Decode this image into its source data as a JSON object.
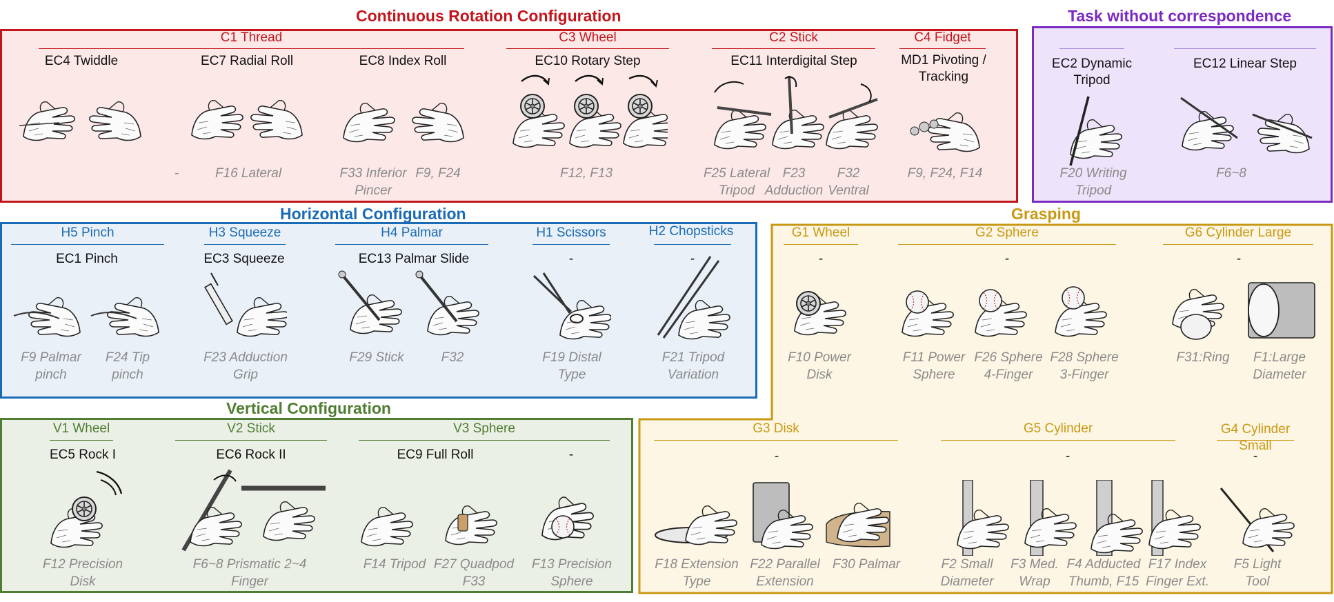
{
  "sections": {
    "continuous": "Continuous Rotation Configuration",
    "task": "Task without correspondence",
    "horizontal": "Horizontal Configuration",
    "grasping": "Grasping",
    "vertical": "Vertical Configuration"
  },
  "continuous": {
    "groups": {
      "c1": "C1 Thread",
      "c3": "C3 Wheel",
      "c2": "C2 Stick",
      "c4": "C4 Fidget"
    },
    "tasks": {
      "ec4": "EC4 Twiddle",
      "ec7": "EC7 Radial Roll",
      "ec8": "EC8 Index Roll",
      "ec10": "EC10 Rotary Step",
      "ec11": "EC11 Interdigital Step",
      "md1": "MD1 Pivoting / Tracking"
    },
    "captions": {
      "dash": "-",
      "f16": "F16 Lateral",
      "f33": "F33 Inferior Pincer",
      "f9f24": "F9, F24",
      "f12f13": "F12, F13",
      "f25": "F25 Lateral Tripod",
      "f23": "F23 Adduction",
      "f32": "F32 Ventral",
      "f9f24f14": "F9, F24, F14"
    }
  },
  "task": {
    "tasks": {
      "ec2": "EC2 Dynamic Tripod",
      "ec12": "EC12 Linear Step"
    },
    "captions": {
      "f20": "F20 Writing Tripod",
      "f68": "F6~8"
    }
  },
  "horizontal": {
    "groups": {
      "h5": "H5 Pinch",
      "h3": "H3 Squeeze",
      "h4": "H4 Palmar",
      "h1": "H1 Scissors",
      "h2": "H2 Chopsticks"
    },
    "tasks": {
      "ec1": "EC1 Pinch",
      "ec3": "EC3 Squeeze",
      "ec13": "EC13 Palmar Slide",
      "h1": "-",
      "h2": "-"
    },
    "captions": {
      "f9": "F9 Palmar pinch",
      "f24": "F24 Tip pinch",
      "f23": "F23 Adduction Grip",
      "f29": "F29 Stick",
      "f32": "F32",
      "f19": "F19 Distal Type",
      "f21": "F21 Tripod Variation"
    }
  },
  "grasping": {
    "groups": {
      "g1": "G1 Wheel",
      "g2": "G2 Sphere",
      "g6": "G6 Cylinder Large",
      "g3": "G3 Disk",
      "g5": "G5 Cylinder",
      "g4": "G4 Cylinder Small"
    },
    "tasks": {
      "g1": "-",
      "g2": "-",
      "g6": "-",
      "g3": "-",
      "g5": "-",
      "g4": "-"
    },
    "captions": {
      "f10": "F10 Power Disk",
      "f11": "F11 Power Sphere",
      "f26": "F26 Sphere 4-Finger",
      "f28": "F28 Sphere 3-Finger",
      "f31": "F31:Ring",
      "f1": "F1:Large Diameter",
      "f18": "F18 Extension Type",
      "f22": "F22 Parallel Extension",
      "f30": "F30 Palmar",
      "f2": "F2 Small Diameter",
      "f3": "F3 Med. Wrap",
      "f4": "F4 Adducted Thumb, F15",
      "f17": "F17 Index Finger Ext.",
      "f5": "F5 Light Tool"
    }
  },
  "vertical": {
    "groups": {
      "v1": "V1 Wheel",
      "v2": "V2 Stick",
      "v3": "V3 Sphere"
    },
    "tasks": {
      "ec5": "EC5 Rock I",
      "ec6": "EC6 Rock II",
      "ec9": "EC9 Full Roll",
      "v3dash": "-"
    },
    "captions": {
      "f12": "F12 Precision Disk",
      "f68": "F6~8 Prismatic 2~4 Finger",
      "f14": "F14 Tripod",
      "f27": "F27 Quadpod F33",
      "f13": "F13 Precision Sphere"
    }
  },
  "colors": {
    "continuous": "#c3161c",
    "continuous_fill": "#fde8e8",
    "task": "#7a2ac0",
    "task_fill": "#ede3fa",
    "horizontal": "#1a6bb5",
    "horizontal_fill": "#e9f0f8",
    "grasping": "#c99813",
    "grasping_fill": "#fdf6e4",
    "vertical": "#4f7d31",
    "vertical_fill": "#eaf0e5"
  }
}
